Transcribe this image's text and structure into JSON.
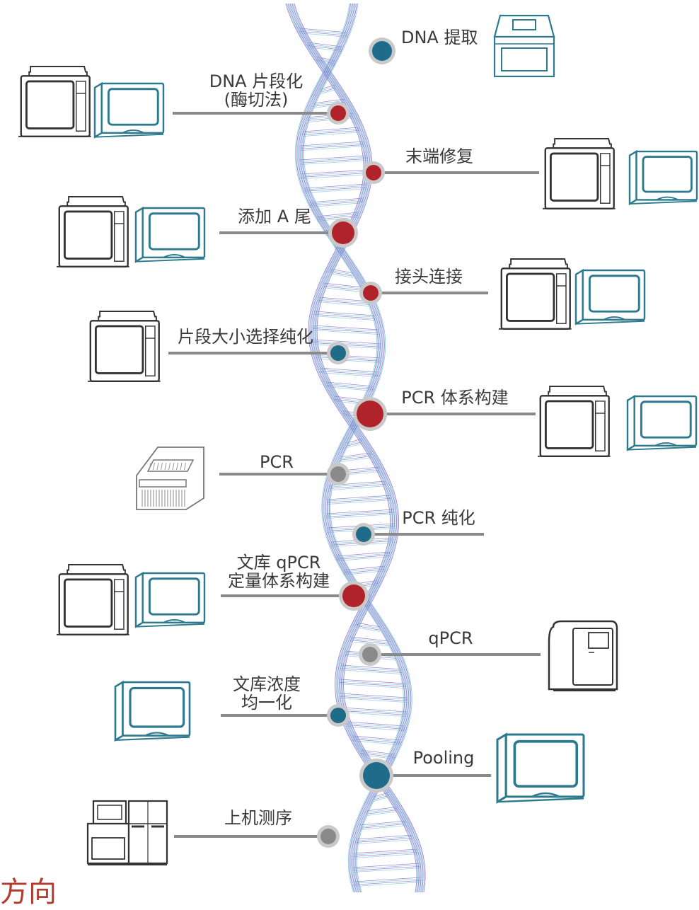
{
  "colors": {
    "red": "#b0232b",
    "blue": "#1f6b8a",
    "gray": "#8a8a8a",
    "halo": "#c9c9c9",
    "line": "#8a8a8a",
    "instrument_teal": "#2d7a8f",
    "instrument_dark": "#333333",
    "helix_purple": "#8d6ad0",
    "helix_teal": "#79c9d2"
  },
  "steps": [
    {
      "id": "dna-extraction",
      "lines": [
        "DNA 提取"
      ],
      "color": "blue",
      "instruments": [
        "extractor-icon"
      ]
    },
    {
      "id": "dna-fragmentation",
      "lines": [
        "DNA 片段化",
        "(酶切法)"
      ],
      "color": "red",
      "instruments": [
        "workstation-icon",
        "pipetting-box-icon"
      ]
    },
    {
      "id": "end-repair",
      "lines": [
        "末端修复"
      ],
      "color": "red",
      "instruments": [
        "workstation-icon",
        "pipetting-box-icon"
      ]
    },
    {
      "id": "a-tailing",
      "lines": [
        "添加 A 尾"
      ],
      "color": "red",
      "instruments": [
        "workstation-icon",
        "pipetting-box-icon"
      ]
    },
    {
      "id": "adapter-ligation",
      "lines": [
        "接头连接"
      ],
      "color": "red",
      "instruments": [
        "workstation-icon",
        "pipetting-box-icon"
      ]
    },
    {
      "id": "size-selection",
      "lines": [
        "片段大小选择纯化"
      ],
      "color": "blue",
      "instruments": [
        "workstation-icon"
      ]
    },
    {
      "id": "pcr-setup",
      "lines": [
        "PCR 体系构建"
      ],
      "color": "red",
      "instruments": [
        "workstation-icon",
        "pipetting-box-icon"
      ]
    },
    {
      "id": "pcr",
      "lines": [
        "PCR"
      ],
      "color": "gray",
      "instruments": [
        "thermal-cycler-icon"
      ]
    },
    {
      "id": "pcr-purification",
      "lines": [
        "PCR 纯化"
      ],
      "color": "blue",
      "instruments": []
    },
    {
      "id": "qpcr-setup",
      "lines": [
        "文库 qPCR",
        "定量体系构建"
      ],
      "color": "red",
      "instruments": [
        "workstation-icon",
        "pipetting-box-icon"
      ]
    },
    {
      "id": "qpcr",
      "lines": [
        "qPCR"
      ],
      "color": "gray",
      "instruments": [
        "qpcr-machine-icon"
      ]
    },
    {
      "id": "normalization",
      "lines": [
        "文库浓度",
        "均一化"
      ],
      "color": "blue",
      "instruments": [
        "pipetting-box-icon"
      ]
    },
    {
      "id": "pooling",
      "lines": [
        "Pooling"
      ],
      "color": "blue",
      "instruments": [
        "pipetting-box-icon"
      ]
    },
    {
      "id": "sequencing",
      "lines": [
        "上机测序"
      ],
      "color": "gray",
      "instruments": [
        "sequencer-icon"
      ]
    }
  ],
  "footer_text": "方向"
}
